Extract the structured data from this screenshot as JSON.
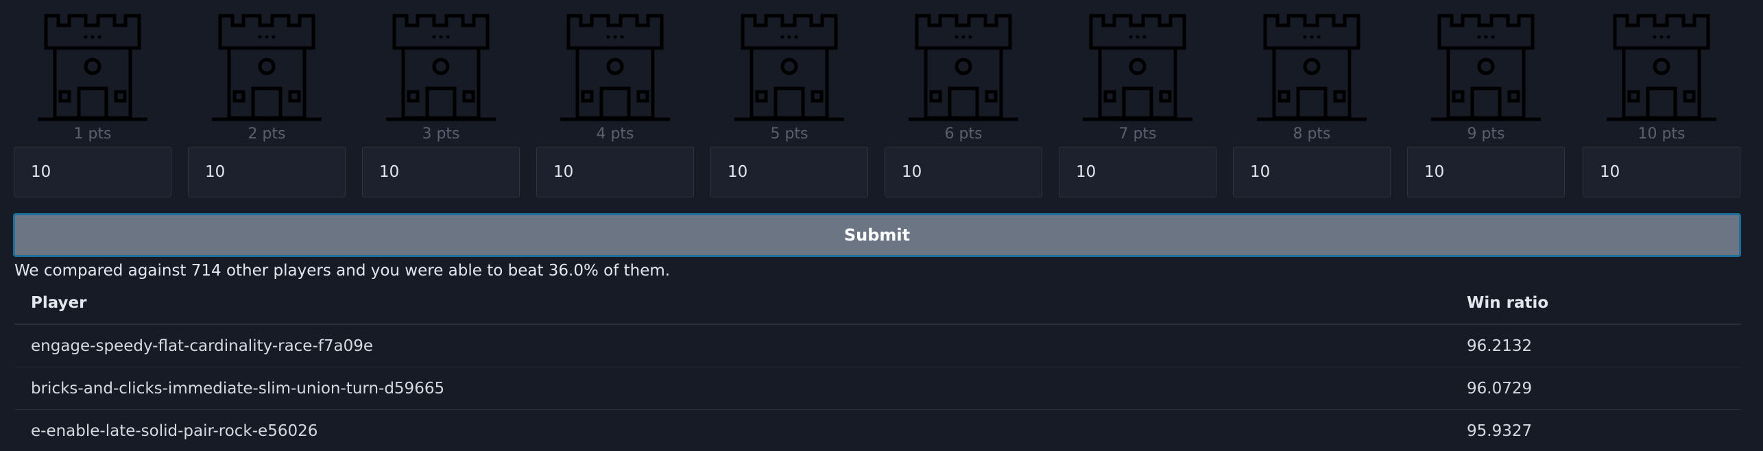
{
  "castles": [
    {
      "points_label": "1 pts",
      "troops": "10"
    },
    {
      "points_label": "2 pts",
      "troops": "10"
    },
    {
      "points_label": "3 pts",
      "troops": "10"
    },
    {
      "points_label": "4 pts",
      "troops": "10"
    },
    {
      "points_label": "5 pts",
      "troops": "10"
    },
    {
      "points_label": "6 pts",
      "troops": "10"
    },
    {
      "points_label": "7 pts",
      "troops": "10"
    },
    {
      "points_label": "8 pts",
      "troops": "10"
    },
    {
      "points_label": "9 pts",
      "troops": "10"
    },
    {
      "points_label": "10 pts",
      "troops": "10"
    }
  ],
  "icons": {
    "castle": "castle-tower-icon"
  },
  "colors": {
    "background": "#161b26",
    "input_background": "#1c212d",
    "submit_background": "#6c7584",
    "submit_border": "#1f6f9b",
    "label_muted": "#5a606e"
  },
  "submit": {
    "label": "Submit"
  },
  "result": {
    "text": "We compared against 714 other players and you were able to beat 36.0% of them."
  },
  "table": {
    "headers": {
      "player": "Player",
      "win_ratio": "Win ratio"
    },
    "rows": [
      {
        "player": "engage-speedy-flat-cardinality-race-f7a09e",
        "win_ratio": "96.2132"
      },
      {
        "player": "bricks-and-clicks-immediate-slim-union-turn-d59665",
        "win_ratio": "96.0729"
      },
      {
        "player": "e-enable-late-solid-pair-rock-e56026",
        "win_ratio": "95.9327"
      }
    ]
  }
}
